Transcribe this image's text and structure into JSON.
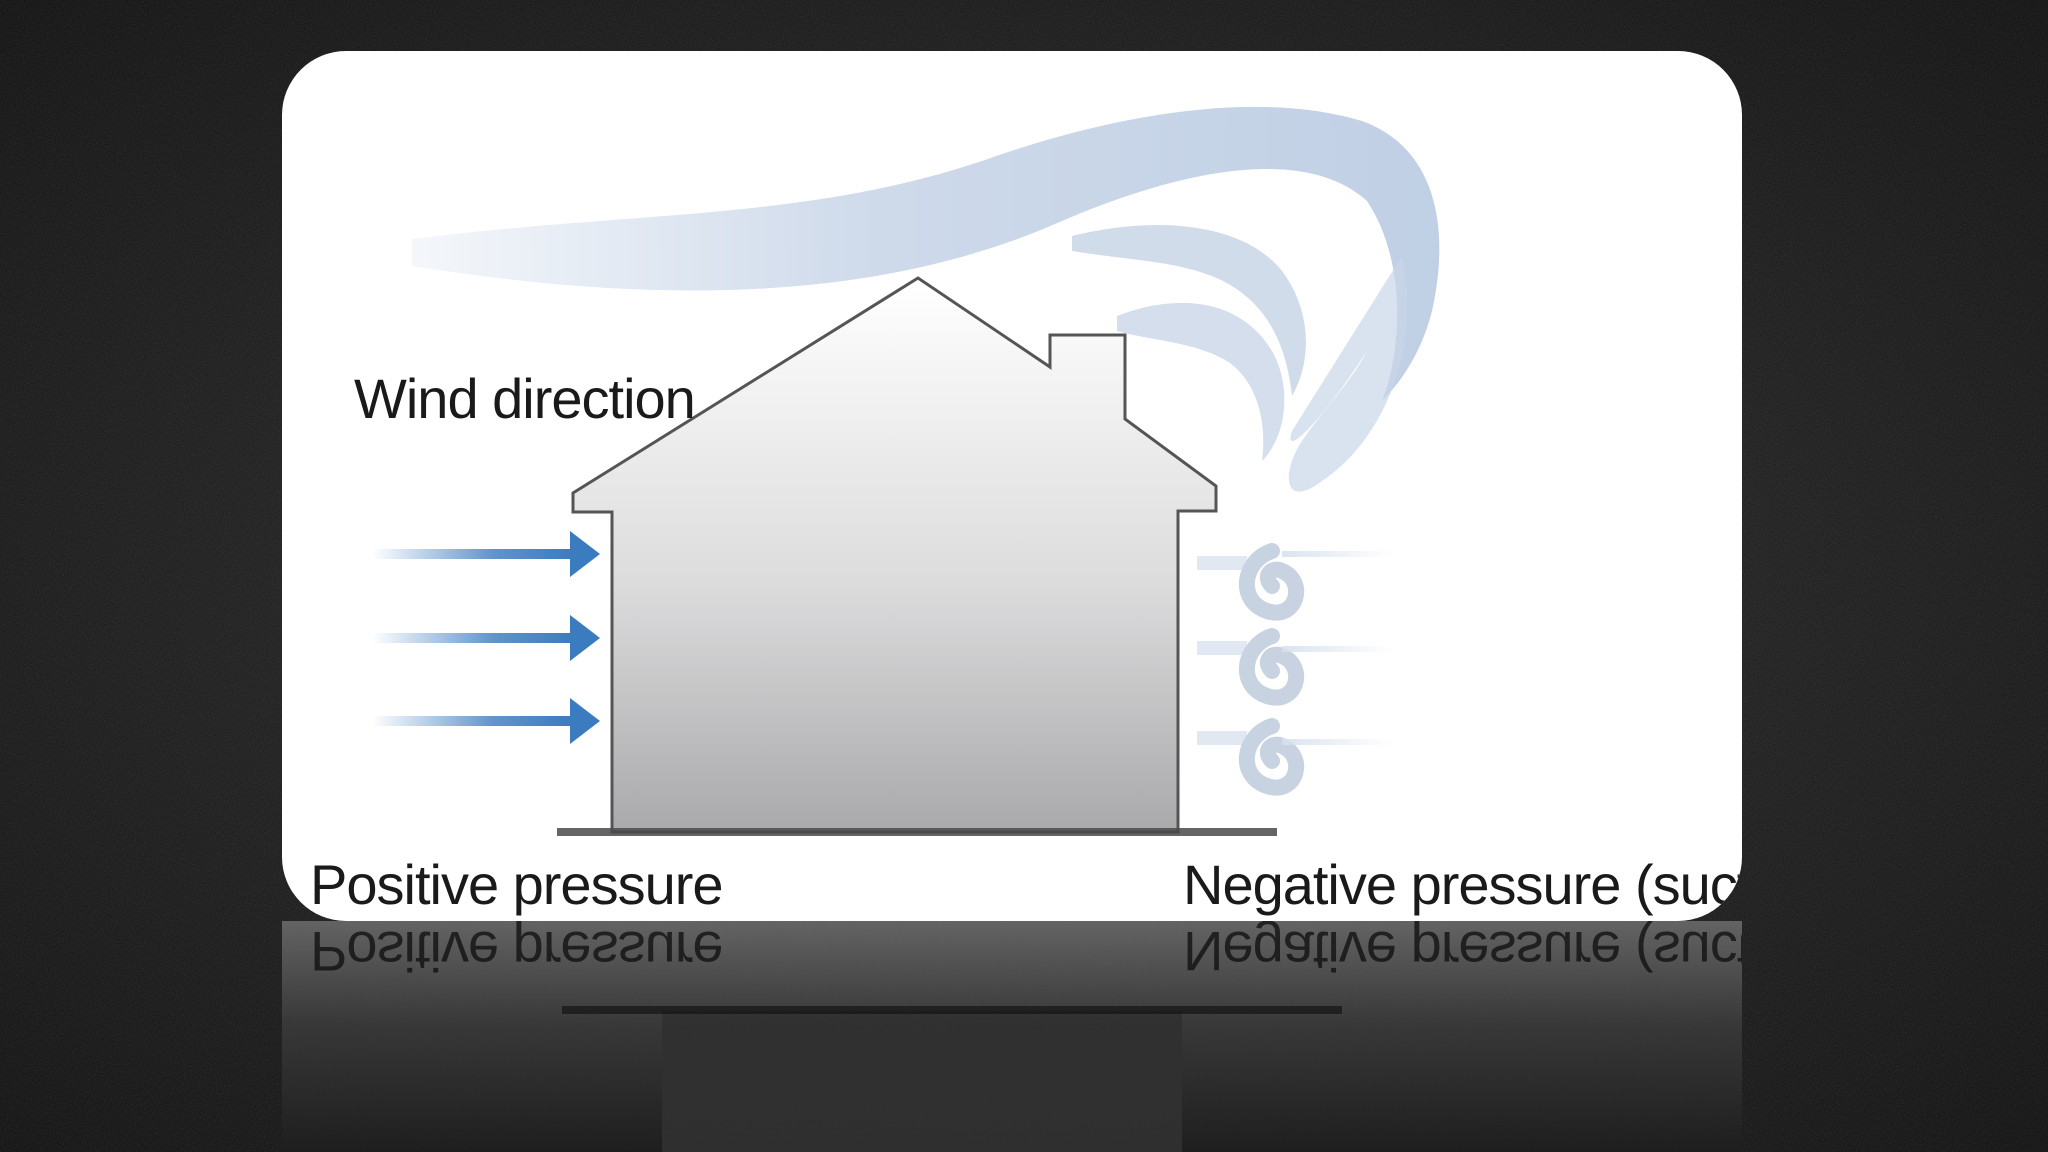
{
  "labels": {
    "wind_direction": "Wind direction",
    "positive_pressure": "Positive pressure",
    "negative_pressure": "Negative pressure (suction)"
  },
  "colors": {
    "background": "#161616",
    "card": "#ffffff",
    "wind_stream": "#c9d6e8",
    "arrow": "#3b7bbf",
    "house_top": "#ffffff",
    "house_bottom": "#a9a9ab",
    "outline": "#555555"
  },
  "icons": {
    "arrows": [
      "wind-arrow-icon",
      "wind-arrow-icon",
      "wind-arrow-icon"
    ],
    "eddies": [
      "eddy-curl-icon",
      "eddy-curl-icon",
      "eddy-curl-icon"
    ]
  }
}
